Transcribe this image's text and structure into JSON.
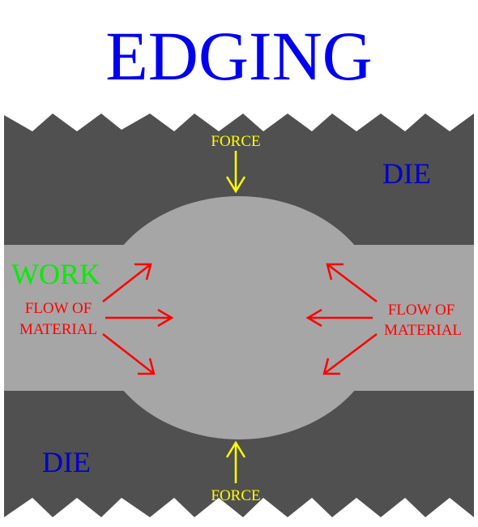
{
  "title": "EDGING",
  "labels": {
    "die_top": "DIE",
    "die_bottom": "DIE",
    "work": "WORK",
    "force_top": "FORCE",
    "force_bottom": "FORCE",
    "flow_left_line1": "FLOW OF",
    "flow_left_line2": "MATERIAL",
    "flow_right_line1": "FLOW OF",
    "flow_right_line2": "MATERIAL"
  },
  "colors": {
    "title": "#0000ee",
    "die_fill": "#505050",
    "work_fill": "#a6a6a6",
    "die_label": "#0000cc",
    "work_label": "#00ee00",
    "force": "#ffff00",
    "flow": "#ff0000",
    "background": "#ffffff"
  }
}
